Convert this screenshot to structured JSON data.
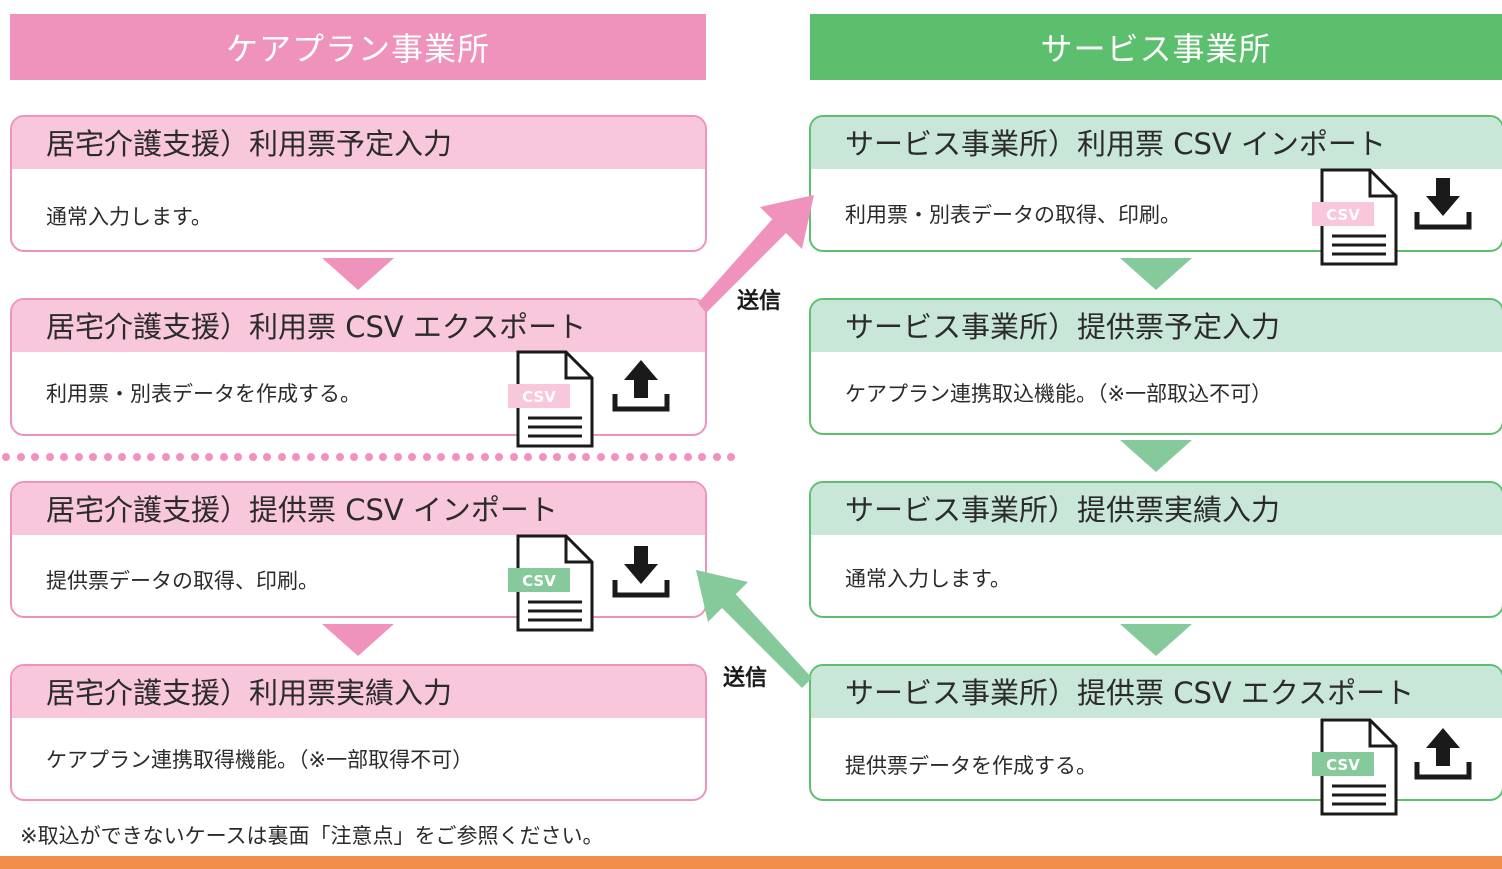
{
  "left": {
    "header": "ケアプラン事業所",
    "cards": [
      {
        "title": "居宅介護支援）利用票予定入力",
        "body": "通常入力します。"
      },
      {
        "title": "居宅介護支援）利用票 CSV エクスポート",
        "body": "利用票・別表データを作成する。"
      },
      {
        "title": "居宅介護支援）提供票 CSV インポート",
        "body": "提供票データの取得、印刷。"
      },
      {
        "title": "居宅介護支援）利用票実績入力",
        "body": "ケアプラン連携取得機能。（※一部取得不可）"
      }
    ]
  },
  "right": {
    "header": "サービス事業所",
    "cards": [
      {
        "title": "サービス事業所）利用票 CSV インポート",
        "body": "利用票・別表データの取得、印刷。"
      },
      {
        "title": "サービス事業所）提供票予定入力",
        "body": "ケアプラン連携取込機能。（※一部取込不可）"
      },
      {
        "title": "サービス事業所）提供票実績入力",
        "body": "通常入力します。"
      },
      {
        "title": "サービス事業所）提供票 CSV エクスポート",
        "body": "提供票データを作成する。"
      }
    ]
  },
  "arrows": {
    "send_top": "送信",
    "send_bottom": "送信"
  },
  "csv_label": "CSV",
  "icons": {
    "file": "csv-file-icon",
    "upload": "upload-icon",
    "download": "download-icon"
  },
  "footnote": "※取込ができないケースは裏面「注意点」をご参照ください。",
  "colors": {
    "pink": "#ef93bd",
    "pink_light": "#f8c7dc",
    "green": "#5cbf6d",
    "green_light": "#c8e7d9",
    "orange": "#f08e4a"
  }
}
